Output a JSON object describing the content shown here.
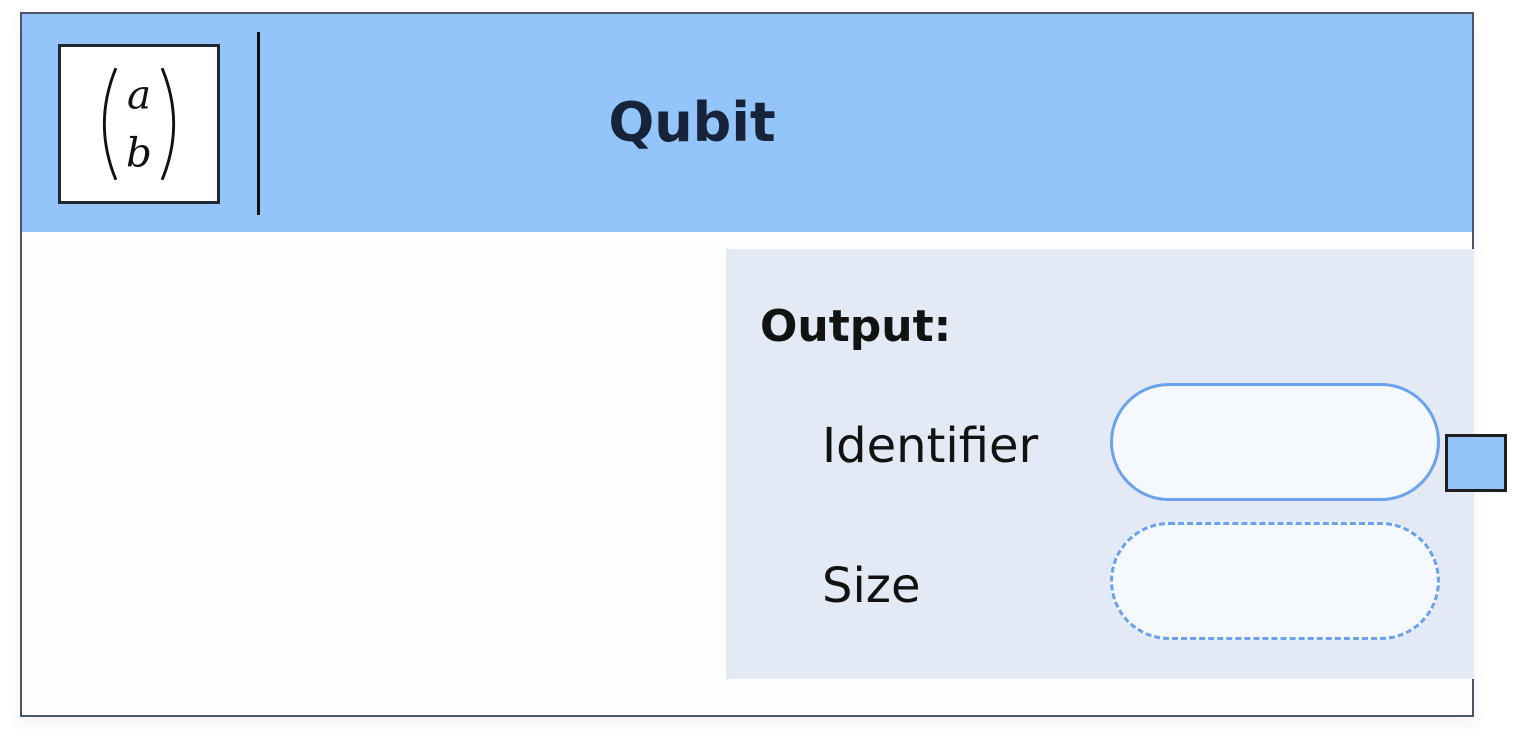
{
  "node": {
    "title": "Qubit",
    "icon": {
      "name": "column-vector-icon",
      "top_symbol": "a",
      "bottom_symbol": "b"
    }
  },
  "output_panel": {
    "heading": "Output:",
    "fields": [
      {
        "label": "Identifier",
        "style": "solid"
      },
      {
        "label": "Size",
        "style": "dashed"
      }
    ]
  },
  "colors": {
    "header": "#93c5fb",
    "panel": "#e3eaf6",
    "field_border": "#6aa2ee",
    "node_border": "#4a5568"
  }
}
